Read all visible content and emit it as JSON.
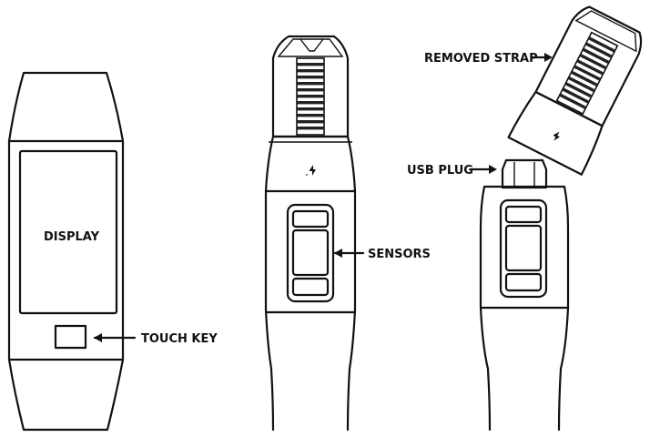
{
  "labels": {
    "display": "DISPLAY",
    "touch_key": "TOUCH KEY",
    "sensors": "SENSORS",
    "usb_plug": "USB PLUG",
    "removed_strap": "REMOVED STRAP"
  },
  "icons": [
    "charge-bolt-icon"
  ]
}
